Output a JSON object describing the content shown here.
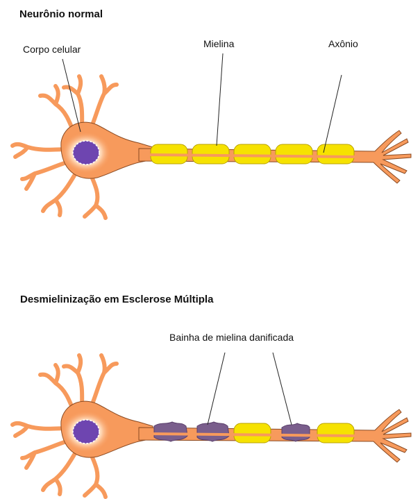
{
  "sections": {
    "normal": {
      "title": "Neurônio normal",
      "labels": {
        "cell_body": "Corpo celular",
        "myelin": "Mielina",
        "axon": "Axônio"
      }
    },
    "ms": {
      "title": "Desmielinização em Esclerose Múltipla",
      "labels": {
        "damaged_sheath": "Bainha de mielina danificada"
      }
    }
  },
  "colors": {
    "neuron_body": "#f79a5c",
    "neuron_outline": "#8a4a22",
    "soma_glow": "#ffe7d2",
    "nucleus": "#6e45b0",
    "myelin_fill": "#f6e200",
    "myelin_outline": "#b9a200",
    "damaged_myelin": "#7a5e8c",
    "leader_line": "#222222"
  }
}
